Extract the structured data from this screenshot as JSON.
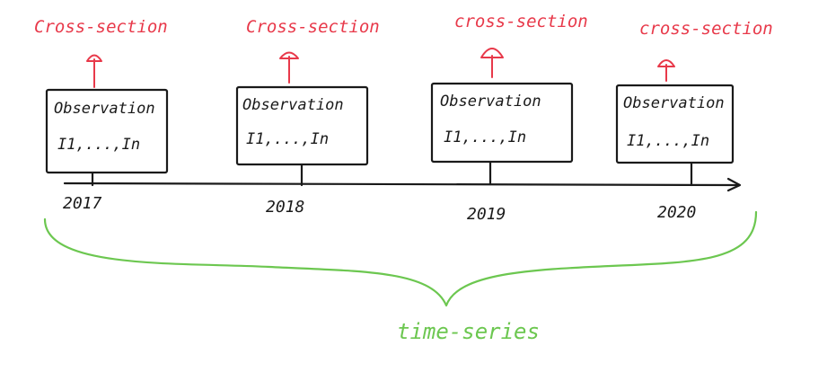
{
  "diagram": {
    "groups": [
      {
        "cross_section_label": "Cross-section",
        "box_title": "Observation",
        "box_items": "I1,...,In",
        "year": "2017"
      },
      {
        "cross_section_label": "Cross-section",
        "box_title": "Observation",
        "box_items": "I1,...,In",
        "year": "2018"
      },
      {
        "cross_section_label": "cross-section",
        "box_title": "Observation",
        "box_items": "I1,...,In",
        "year": "2019"
      },
      {
        "cross_section_label": "cross-section",
        "box_title": "Observation",
        "box_items": "I1,...,In",
        "year": "2020"
      }
    ],
    "time_series_label": "time-series",
    "colors": {
      "cross_section": "#e8394a",
      "ink": "#1a1a1a",
      "time_series": "#6cc750"
    }
  }
}
